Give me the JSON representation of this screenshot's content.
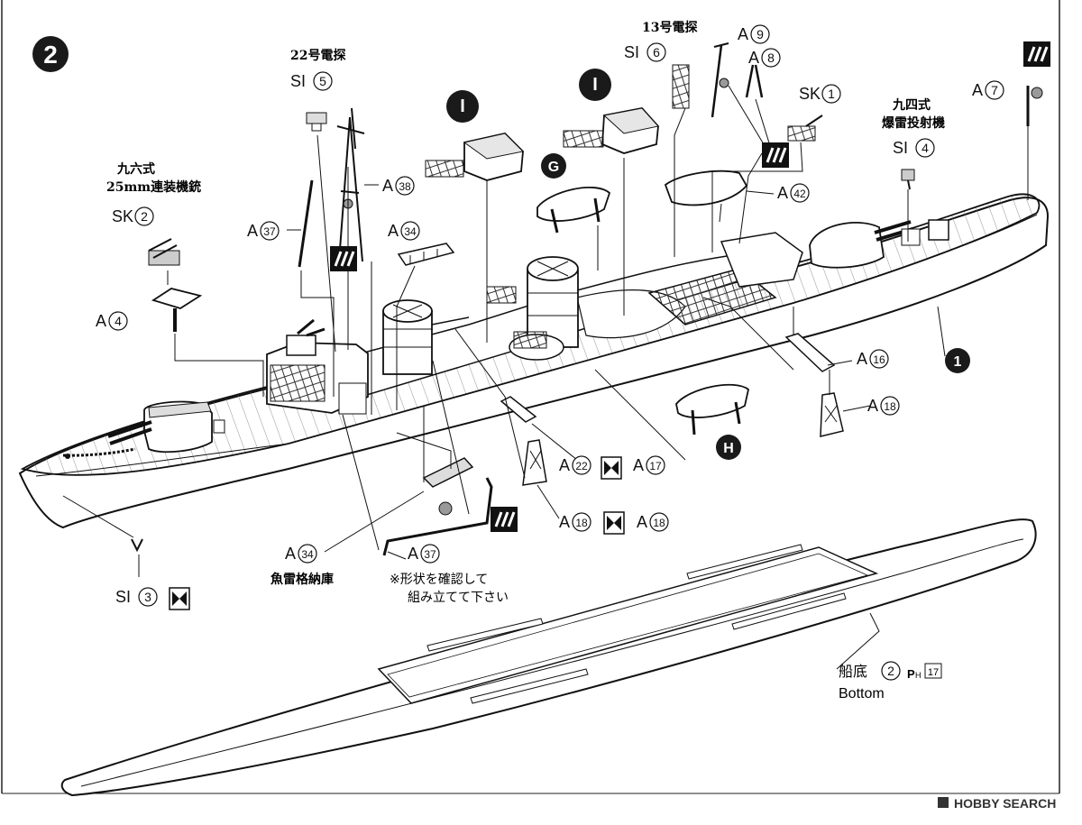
{
  "step": "2",
  "watermark": "HOBBY SEARCH",
  "labels": {
    "radar22": "22号電探",
    "radar13": "13号電探",
    "aa25": "九六式",
    "aa25b": "25mm連装機銃",
    "dc94": "九四式",
    "dc94b": "爆雷投射機",
    "torp_store": "魚雷格納庫",
    "note1": "※形状を確認して",
    "note2": "組み立てて下さい",
    "bottom_jp": "船底",
    "bottom_en": "Bottom",
    "ph": "P",
    "ph_sub": "H",
    "ph_num": "17"
  },
  "parts": {
    "si5": {
      "pre": "SI",
      "num": "5"
    },
    "a9": {
      "pre": "A",
      "num": "9"
    },
    "a8": {
      "pre": "A",
      "num": "8"
    },
    "si6": {
      "pre": "SI",
      "num": "6"
    },
    "a7": {
      "pre": "A",
      "num": "7"
    },
    "sk1": {
      "pre": "SK",
      "num": "1"
    },
    "si4": {
      "pre": "SI",
      "num": "4"
    },
    "sk2": {
      "pre": "SK",
      "num": "2"
    },
    "a38": {
      "pre": "A",
      "num": "38"
    },
    "a37": {
      "pre": "A",
      "num": "37"
    },
    "a34": {
      "pre": "A",
      "num": "34"
    },
    "a42": {
      "pre": "A",
      "num": "42"
    },
    "a4": {
      "pre": "A",
      "num": "4"
    },
    "a16": {
      "pre": "A",
      "num": "16"
    },
    "a18": {
      "pre": "A",
      "num": "18"
    },
    "a22": {
      "pre": "A",
      "num": "22"
    },
    "a17": {
      "pre": "A",
      "num": "17"
    },
    "a18b": {
      "pre": "A",
      "num": "18"
    },
    "a18c": {
      "pre": "A",
      "num": "18"
    },
    "a34b": {
      "pre": "A",
      "num": "34"
    },
    "a37b": {
      "pre": "A",
      "num": "37"
    },
    "si3": {
      "pre": "SI",
      "num": "3"
    },
    "bottom2": {
      "num": "2"
    }
  },
  "markers": {
    "i1": "I",
    "i2": "I",
    "g": "G",
    "h": "H",
    "one": "1"
  }
}
